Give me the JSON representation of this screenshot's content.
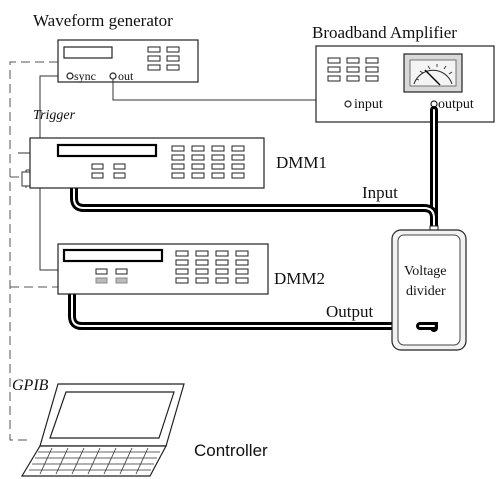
{
  "labels": {
    "waveform_generator": "Waveform generator",
    "broadband_amplifier": "Broadband Amplifier",
    "sync": "sync",
    "out": "out",
    "input_port": "input",
    "output_port": "output",
    "trigger": "Trigger",
    "dmm1": "DMM1",
    "dmm2": "DMM2",
    "input_cable": "Input",
    "output_cable": "Output",
    "voltage_divider_line1": "Voltage",
    "voltage_divider_line2": "divider",
    "gpib": "GPIB",
    "controller": "Controller"
  }
}
